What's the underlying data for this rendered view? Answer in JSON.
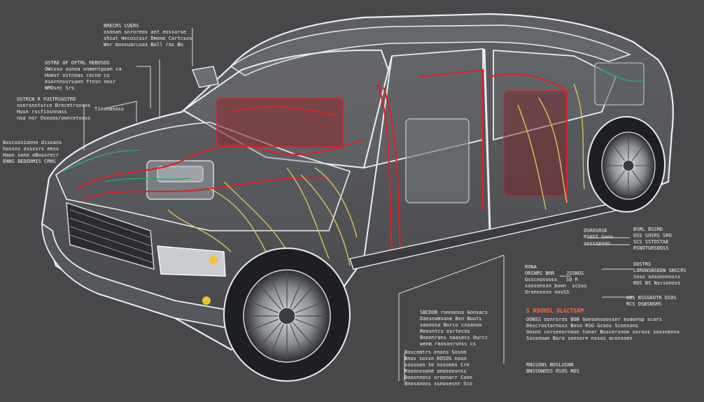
{
  "colors": {
    "background": "#48484a",
    "body_outline": "#e9eef2",
    "wiring_red": "#d6242a",
    "wiring_yellow": "#d8c25a",
    "wiring_green": "#2fa36b",
    "accent_text": "#ff6a3c",
    "leader_line": "#dcdcdc"
  },
  "labels": {
    "roof": "BRECRS CUERS\nosnnan snroreos ant eossorse\nshiat Hecoscssr Dmone Cartcsos\nWor mosnuarcoas Boll ras Bo",
    "hood_top": "OSTRE OF OFTRL REBOSOS\nOWcoso osnoa snmentpoan ca\nHomst ostnnas cocne cs\nesornnssrsann ftnsn nnsr\nWMOsec Srs",
    "hood_mid": "OSTRCN R FUSTRSGSTRD\nosnrsnstsrcn Brecetrsoses\nHosn rscfiosnnass\nnoa nor Oseoas/ooncetoass",
    "hood_side": "Tiosnasoss",
    "fender": "Boscoosionnn dissans\nhossns essssrs eess\nHaon sone eBosorecr\nENNS BEDERMIS CRNS",
    "door_lower": "SBCDOR ronnonoo Gonsacs\nDaosnamsone Bsn Boots\nsasnosa Borco cssanoo\nReosntcs osrtecos\nBooonrans naasecs Ourcc\nwenm raosonrsnss cs",
    "rocker": "Boscomtrs enons Sosnn\nBnos sossn ROSOS noon\nsossoon te nssones Cre\nRosnnssone onoseosnss\nBoosnnoss oroonarr Coon\nBnosanoos ssnosesnr Sco",
    "wheel_top_left": "OSROSRSE\nRSOST Sonn\nosssspson",
    "wheel_top_right": "BSRL BSSRD\nOSS SOSRS SRO\nSCS SSTOSTAE\nRSNOTGRSDOSS",
    "mid_left": "RONA\nORSNRS BRR    JSSNOS\nGsscnosooss   SO R\nsossonssn boen  scoso\nOronosnsn nosSS",
    "mid_right": "OOSTRS\nLORONSNSEDN SNSCRS\nSoso sosonnnnsss\nROS BS Nscsonoss",
    "mid_right_low": "GOS BSSGEOTR OSOS\nRCS DSBSNSMS",
    "system_title": "S RSONSL DLGCTSAM",
    "system_lines": "OONSS osnrsros BOB Goesonsoossnr eoaennp scors\nDescrostarnoss Boso RSO Gcoos Sconsons\nOosnn corsenornoon tonar Boscersnon soross sossnenns\nSossnoan Bora sonsore nssos aconsoen",
    "bottom_right": "RNSSONS BOSLUSNN\nBNSSONOSS RSOS ROS"
  }
}
